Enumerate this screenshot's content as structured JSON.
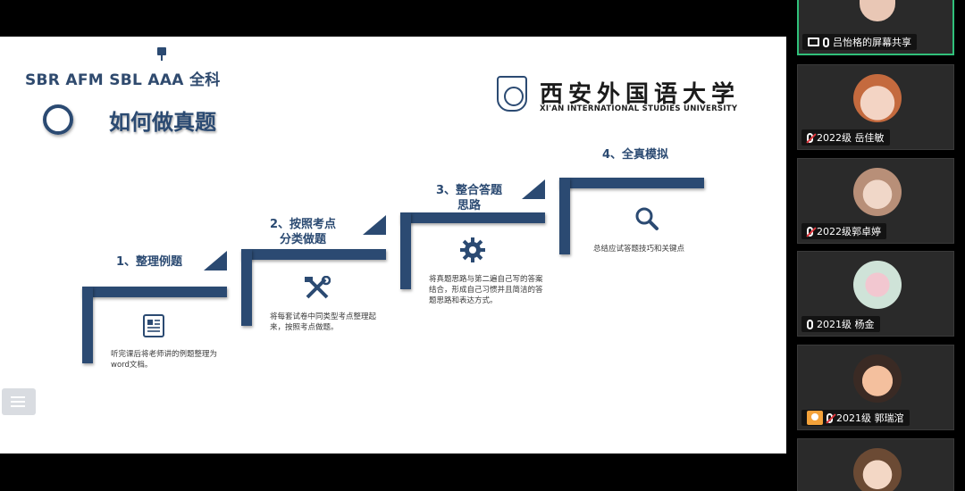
{
  "slide": {
    "headline": "SBR AFM SBL AAA 全科",
    "title": "如何做真题",
    "logo": {
      "cn": "西安外国语大学",
      "en": "XI'AN INTERNATIONAL STUDIES UNIVERSITY"
    },
    "steps": [
      {
        "label": "1、整理例题",
        "desc": "听完课后将老师讲的例题整理为word文档。",
        "icon": "document-icon"
      },
      {
        "label": "2、按照考点\n分类做题",
        "desc": "将每套试卷中同类型考点整理起来，按照考点做题。",
        "icon": "tools-icon"
      },
      {
        "label": "3、整合答题\n思路",
        "desc": "将真题思路与第二遍自己写的答案结合，形成自己习惯并且简洁的答题思路和表达方式。",
        "icon": "gear-icon"
      },
      {
        "label": "4、全真模拟",
        "desc": "总结应试答题技巧和关键点",
        "icon": "search-icon"
      }
    ]
  },
  "participants": [
    {
      "name": "吕怡格的屏幕共享",
      "mic": "on",
      "sharing": true,
      "active": true
    },
    {
      "name": "2022级 岳佳敏",
      "mic": "muted"
    },
    {
      "name": "2022级郭卓婷",
      "mic": "muted"
    },
    {
      "name": "2021级 杨金",
      "mic": "on"
    },
    {
      "name": "2021级 郭瑞涫",
      "mic": "muted",
      "host_icon": true
    },
    {
      "name": "",
      "mic": "none"
    }
  ],
  "colors": {
    "accent": "#2b4a72",
    "active_border": "#30c07a"
  }
}
